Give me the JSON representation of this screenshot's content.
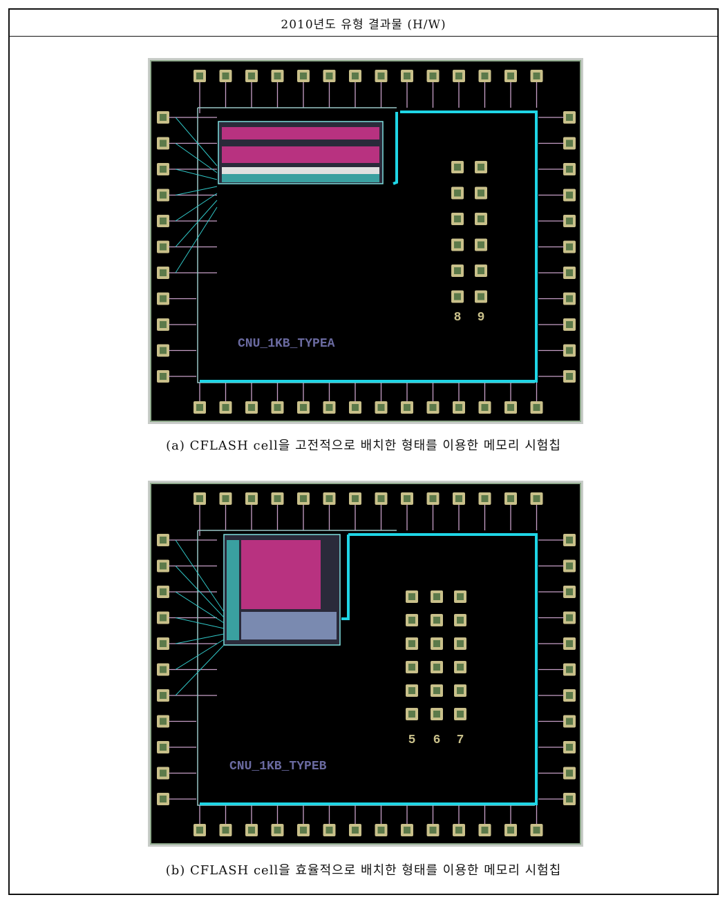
{
  "header": {
    "title": "2010년도 유형 결과물 (H/W)"
  },
  "figures": [
    {
      "chip_label": "CNU_1KB_TYPEA",
      "bank_labels": [
        "8",
        "9"
      ],
      "caption": "(a) CFLASH cell을 고전적으로 배치한 형태를 이용한 메모리 시험칩"
    },
    {
      "chip_label": "CNU_1KB_TYPEB",
      "bank_labels": [
        "5",
        "6",
        "7"
      ],
      "caption": "(b) CFLASH cell을 효율적으로 배치한 형태를 이용한 메모리 시험칩"
    }
  ],
  "colors": {
    "substrate": "#000000",
    "frame_outline": "#8faa8c",
    "pad": "#c9c08a",
    "pad_core": "#5c7a4a",
    "power_ring": "#1fd6e6",
    "pad_wire": "#c8a0c8",
    "memory_array": "#b83280",
    "label": "#6a6aa0"
  }
}
